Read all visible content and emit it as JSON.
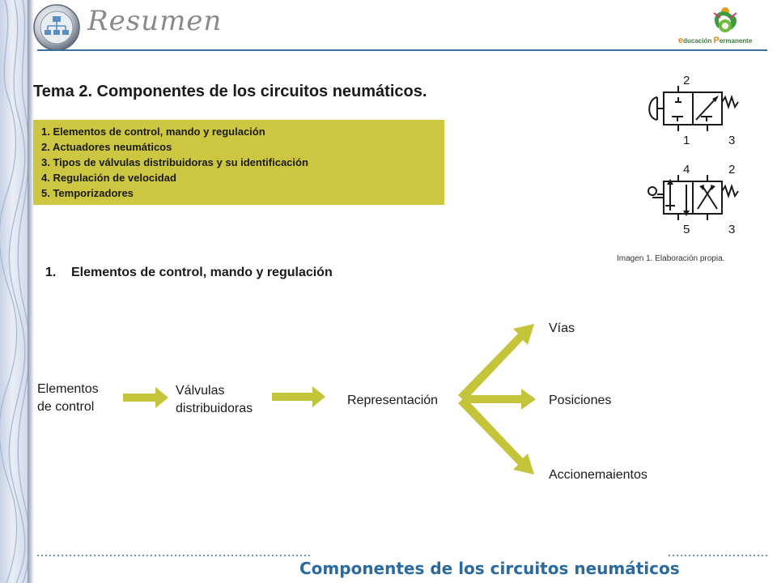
{
  "header": {
    "title": "Resumen",
    "org_prefix": "ducación ",
    "org_suffix": "ermanente"
  },
  "slide": {
    "title": "Tema 2. Componentes de los circuitos neumáticos.",
    "topics": [
      "1. Elementos de control, mando y regulación",
      "2. Actuadores neumáticos",
      "3. Tipos de válvulas distribuidoras y su identificación",
      "4. Regulación de velocidad",
      "5. Temporizadores"
    ],
    "image_caption": "Imagen 1. Elaboración propia.",
    "valve_ports": {
      "top": {
        "p2": "2",
        "p1": "1",
        "p3": "3"
      },
      "bottom": {
        "p4": "4",
        "p2": "2",
        "p5": "5",
        "p3": "3"
      }
    },
    "section": {
      "number": "1.",
      "title": "Elementos de control, mando y regulación"
    },
    "flow": {
      "n1_line1": "Elementos",
      "n1_line2": "de control",
      "n2_line1": "Válvulas",
      "n2_line2": "distribuidoras",
      "n3": "Representación",
      "b1": "Vías",
      "b2": "Posiciones",
      "b3": "Accionemaientos"
    },
    "footer": "Componentes de los circuitos neumáticos"
  },
  "colors": {
    "accent_blue": "#2a6a9e",
    "box_olive": "#cdc640",
    "arrow_olive": "#c4c43a"
  }
}
